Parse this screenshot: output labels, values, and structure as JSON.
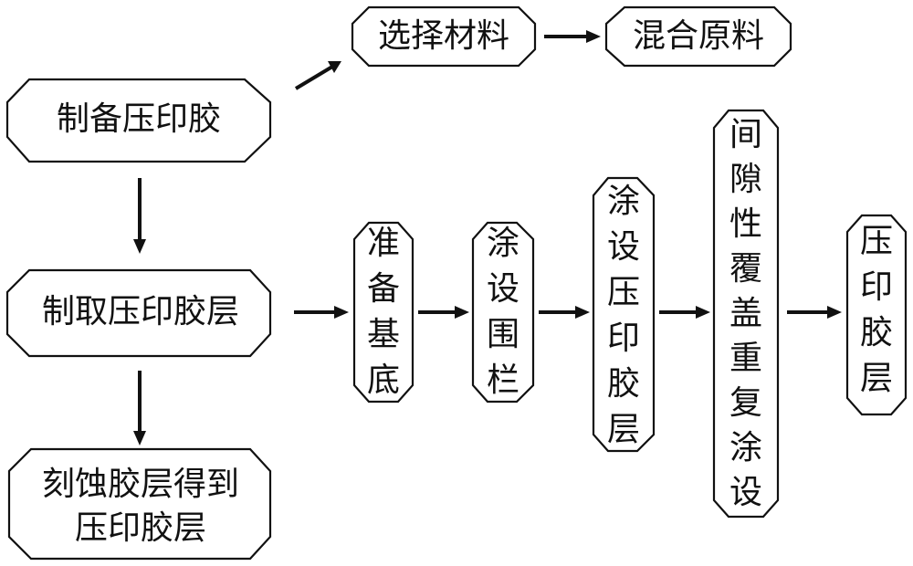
{
  "nodes": {
    "prepare_imprint_glue": "制备压印胶",
    "select_material": "选择材料",
    "mix_raw_material": "混合原料",
    "make_imprint_glue_layer": "制取压印胶层",
    "etch_glue_layer_line1": "刻蚀胶层得到",
    "etch_glue_layer_line2": "压印胶层",
    "prepare_substrate": [
      "准",
      "备",
      "基",
      "底"
    ],
    "coat_fence": [
      "涂",
      "设",
      "围",
      "栏"
    ],
    "coat_imprint_glue_layer": [
      "涂",
      "设",
      "压",
      "印",
      "胶",
      "层"
    ],
    "gap_cover_repeat_coating": [
      "间",
      "隙",
      "性",
      "覆",
      "盖",
      "重",
      "复",
      "涂",
      "设"
    ],
    "imprint_glue_layer": [
      "压",
      "印",
      "胶",
      "层"
    ]
  }
}
